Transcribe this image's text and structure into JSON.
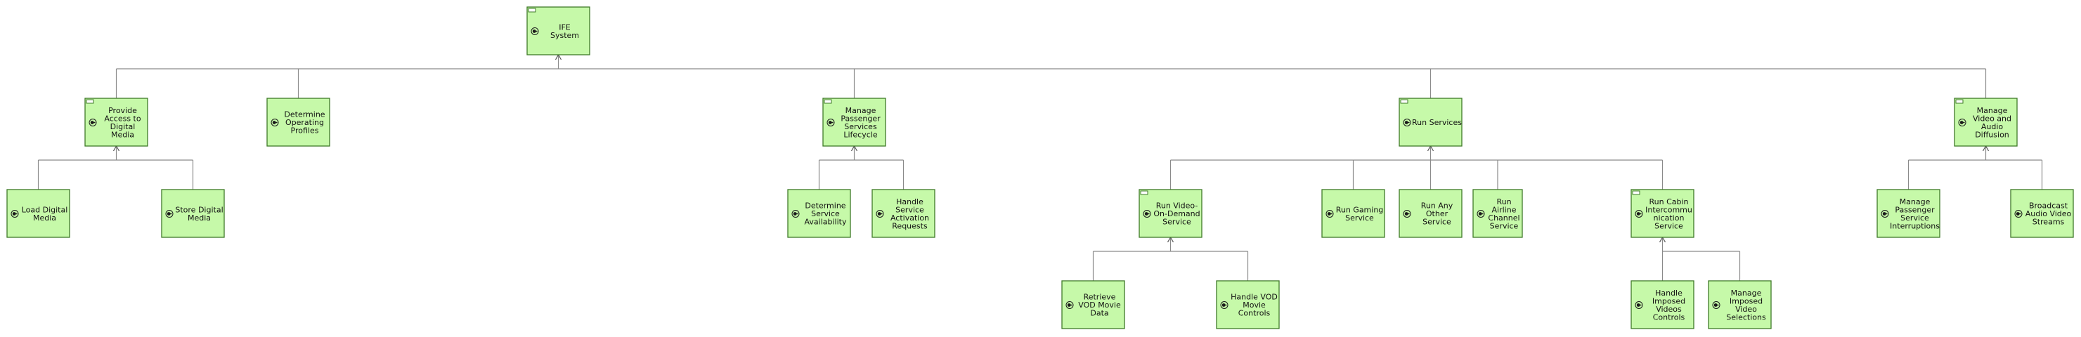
{
  "diagram": {
    "nodes": [
      {
        "id": "ife",
        "label": [
          "IFE",
          "System"
        ],
        "decomposed": true
      },
      {
        "id": "provide",
        "label": [
          "Provide",
          "Access to",
          "Digital",
          "Media"
        ],
        "decomposed": true
      },
      {
        "id": "determine_profiles",
        "label": [
          "Determine",
          "Operating",
          "Profiles"
        ],
        "decomposed": false
      },
      {
        "id": "manage_lifecycle",
        "label": [
          "Manage",
          "Passenger",
          "Services",
          "Lifecycle"
        ],
        "decomposed": true
      },
      {
        "id": "run_services",
        "label": [
          "Run Services"
        ],
        "decomposed": true
      },
      {
        "id": "manage_video_audio",
        "label": [
          "Manage",
          "Video and",
          "Audio",
          "Diffusion"
        ],
        "decomposed": true
      },
      {
        "id": "load_media",
        "label": [
          "Load Digital",
          "Media"
        ],
        "decomposed": false
      },
      {
        "id": "store_media",
        "label": [
          "Store Digital",
          "Media"
        ],
        "decomposed": false
      },
      {
        "id": "determine_availability",
        "label": [
          "Determine",
          "Service",
          "Availability"
        ],
        "decomposed": false
      },
      {
        "id": "handle_activation",
        "label": [
          "Handle",
          "Service",
          "Activation",
          "Requests"
        ],
        "decomposed": false
      },
      {
        "id": "run_vod",
        "label": [
          "Run Video-",
          "On-Demand",
          "Service"
        ],
        "decomposed": true
      },
      {
        "id": "run_gaming",
        "label": [
          "Run Gaming",
          "Service"
        ],
        "decomposed": false
      },
      {
        "id": "run_any_other",
        "label": [
          "Run Any",
          "Other",
          "Service"
        ],
        "decomposed": false
      },
      {
        "id": "run_airline_channel",
        "label": [
          "Run",
          "Airline",
          "Channel",
          "Service"
        ],
        "decomposed": false
      },
      {
        "id": "run_cabin_intercom",
        "label": [
          "Run Cabin",
          "Intercommu",
          "nication",
          "Service"
        ],
        "decomposed": true
      },
      {
        "id": "manage_interruptions",
        "label": [
          "Manage",
          "Passenger",
          "Service",
          "Interruptions"
        ],
        "decomposed": false
      },
      {
        "id": "broadcast_streams",
        "label": [
          "Broadcast",
          "Audio Video",
          "Streams"
        ],
        "decomposed": false
      },
      {
        "id": "retrieve_vod",
        "label": [
          "Retrieve",
          "VOD Movie",
          "Data"
        ],
        "decomposed": false
      },
      {
        "id": "handle_vod_controls",
        "label": [
          "Handle VOD",
          "Movie",
          "Controls"
        ],
        "decomposed": false
      },
      {
        "id": "handle_imposed",
        "label": [
          "Handle",
          "Imposed",
          "Videos",
          "Controls"
        ],
        "decomposed": false
      },
      {
        "id": "manage_imposed",
        "label": [
          "Manage",
          "Imposed",
          "Video",
          "Selections"
        ],
        "decomposed": false
      }
    ],
    "edges": [
      {
        "parent": "ife",
        "children": [
          "provide",
          "determine_profiles",
          "manage_lifecycle",
          "run_services",
          "manage_video_audio"
        ]
      },
      {
        "parent": "provide",
        "children": [
          "load_media",
          "store_media"
        ]
      },
      {
        "parent": "manage_lifecycle",
        "children": [
          "determine_availability",
          "handle_activation"
        ]
      },
      {
        "parent": "run_services",
        "children": [
          "run_vod",
          "run_gaming",
          "run_any_other",
          "run_airline_channel",
          "run_cabin_intercom"
        ]
      },
      {
        "parent": "manage_video_audio",
        "children": [
          "manage_interruptions",
          "broadcast_streams"
        ]
      },
      {
        "parent": "run_vod",
        "children": [
          "retrieve_vod",
          "handle_vod_controls"
        ]
      },
      {
        "parent": "run_cabin_intercom",
        "children": [
          "handle_imposed",
          "manage_imposed"
        ]
      }
    ],
    "colors": {
      "node_fill": "#c6f9a9",
      "node_border": "#3f7a28",
      "connector": "#8a8a8a"
    },
    "icon": "service-icon"
  }
}
